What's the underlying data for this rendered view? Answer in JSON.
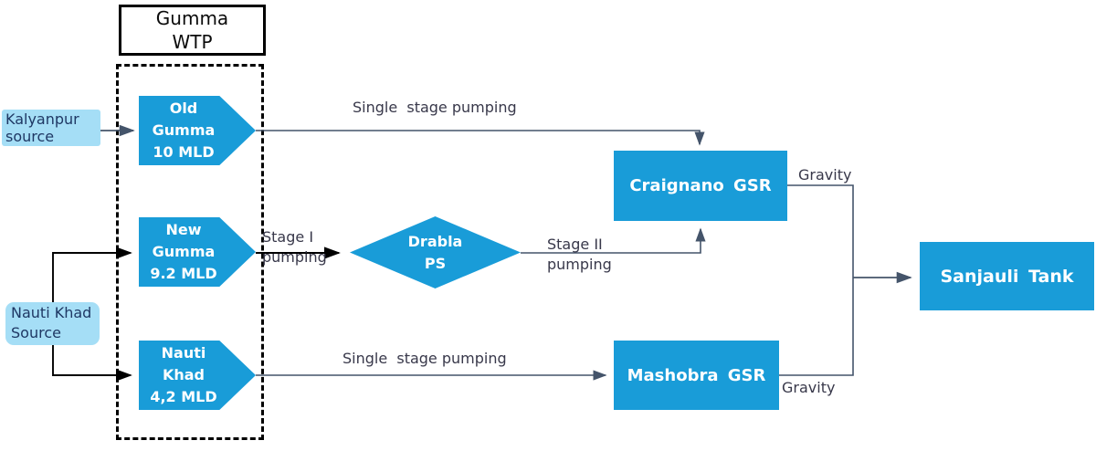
{
  "title": "Gumma\nWTP",
  "sources": {
    "kalyanpur": {
      "label": "Kalyanpur\nsource"
    },
    "nauti_khad": {
      "label": "Nauti Khad\nSource"
    }
  },
  "wtp_units": {
    "old_gumma": {
      "label": "Old\nGumma\n10 MLD"
    },
    "new_gumma": {
      "label": "New\nGumma\n9.2 MLD"
    },
    "nauti_khad": {
      "label": "Nauti\nKhad\n4,2 MLD"
    }
  },
  "pump_station": {
    "label": "Drabla\nPS"
  },
  "reservoirs": {
    "craignano": {
      "label": "Craignano GSR"
    },
    "mashobra": {
      "label": "Mashobra GSR"
    },
    "sanjauli": {
      "label": "Sanjauli Tank"
    }
  },
  "flow_labels": {
    "single_stage_top": "Single  stage pumping",
    "stage1": "Stage I\npumping",
    "stage2": "Stage II\npumping",
    "single_stage_bottom": "Single  stage pumping",
    "gravity_top": "Gravity",
    "gravity_bottom": "Gravity"
  },
  "colors": {
    "shape_blue": "#199CD8",
    "source_blue": "#A5DEF6",
    "label_text": "#38384A",
    "source_text": "#1F3864",
    "connector_slate": "#44546A",
    "connector_black": "#000000"
  }
}
